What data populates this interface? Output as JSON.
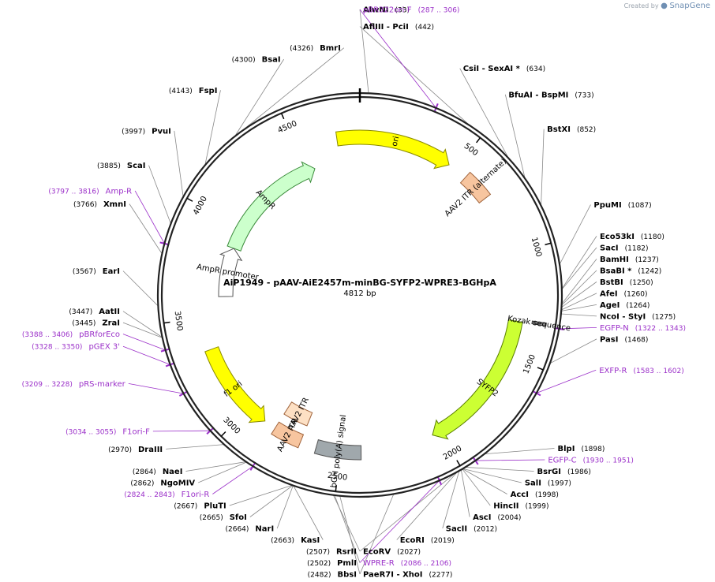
{
  "brand": {
    "created_by": "Created by",
    "name": "SnapGene"
  },
  "title": "AiP1949 - pAAV-AiE2457m-minBG-SYFP2-WPRE3-BGHpA",
  "length": 4812,
  "length_label": "4812 bp",
  "ticks": [
    {
      "pos": 500,
      "label": "500"
    },
    {
      "pos": 1000,
      "label": "1000"
    },
    {
      "pos": 1500,
      "label": "1500"
    },
    {
      "pos": 2000,
      "label": "2000"
    },
    {
      "pos": 2500,
      "label": "2500"
    },
    {
      "pos": 3000,
      "label": "3000"
    },
    {
      "pos": 3500,
      "label": "3500"
    },
    {
      "pos": 4000,
      "label": "4000"
    },
    {
      "pos": 4500,
      "label": "4500"
    }
  ],
  "features": [
    {
      "name": "ori",
      "start": 4700,
      "end": 460,
      "color": "#ffff00",
      "stroke": "#8a8a00",
      "ring": 1,
      "dir": 1
    },
    {
      "name": "AAV2 ITR (alternate)",
      "start": 560,
      "end": 700,
      "color": "#f7c59f",
      "stroke": "#a0643c",
      "ring": 1,
      "dir": 0
    },
    {
      "name": "AmpR",
      "start": 3880,
      "end": 4550,
      "color": "#ccffcc",
      "stroke": "#3a8a3a",
      "ring": 2,
      "dir": 1
    },
    {
      "name": "AmpR promoter",
      "start": 3600,
      "end": 3880,
      "color": "#ffffff",
      "stroke": "#555555",
      "ring": 2,
      "dir": 1
    },
    {
      "name": "SYFP2",
      "start": 1330,
      "end": 2040,
      "color": "#ccff33",
      "stroke": "#5b7f00",
      "ring": 1,
      "dir": 1
    },
    {
      "name": "Kozak sequence",
      "start": 1318,
      "end": 1330,
      "color": "#888888",
      "stroke": "#333333",
      "ring": 3,
      "dir": 0
    },
    {
      "name": "bGH poly(A) signal",
      "start": 2400,
      "end": 2620,
      "color": "#a0a8ac",
      "stroke": "#555555",
      "ring": 1,
      "dir": 0
    },
    {
      "name": "AAV2 ITR",
      "start": 2700,
      "end": 2840,
      "color": "#fde0c4",
      "stroke": "#a0643c",
      "ring": 2,
      "dir": 0
    },
    {
      "name": "AAV2 ITR",
      "start": 2700,
      "end": 2840,
      "color": "#f7c59f",
      "stroke": "#a0643c",
      "ring": 1,
      "dir": 0
    },
    {
      "name": "f1 ori",
      "start": 2900,
      "end": 3340,
      "color": "#ffff00",
      "stroke": "#8a8a00",
      "ring": 1,
      "dir": -1
    }
  ],
  "enzymes": [
    {
      "name": "AlwNI",
      "pos": 33,
      "label_pos": "(33)"
    },
    {
      "name": "AflIII  - PciI",
      "pos": 442,
      "label_pos": "(442)"
    },
    {
      "name": "CsiI  - SexAI *",
      "pos": 634,
      "label_pos": "(634)"
    },
    {
      "name": "BfuAI  - BspMI",
      "pos": 733,
      "label_pos": "(733)"
    },
    {
      "name": "BstXI",
      "pos": 852,
      "label_pos": "(852)"
    },
    {
      "name": "PpuMI",
      "pos": 1087,
      "label_pos": "(1087)"
    },
    {
      "name": "Eco53kI",
      "pos": 1180,
      "label_pos": "(1180)"
    },
    {
      "name": "SacI",
      "pos": 1182,
      "label_pos": "(1182)"
    },
    {
      "name": "BamHI",
      "pos": 1237,
      "label_pos": "(1237)"
    },
    {
      "name": "BsaBI *",
      "pos": 1242,
      "label_pos": "(1242)"
    },
    {
      "name": "BstBI",
      "pos": 1250,
      "label_pos": "(1250)"
    },
    {
      "name": "AfeI",
      "pos": 1260,
      "label_pos": "(1260)"
    },
    {
      "name": "AgeI",
      "pos": 1264,
      "label_pos": "(1264)"
    },
    {
      "name": "NcoI  - StyI",
      "pos": 1275,
      "label_pos": "(1275)"
    },
    {
      "name": "PasI",
      "pos": 1468,
      "label_pos": "(1468)"
    },
    {
      "name": "BlpI",
      "pos": 1898,
      "label_pos": "(1898)"
    },
    {
      "name": "BsrGI",
      "pos": 1986,
      "label_pos": "(1986)"
    },
    {
      "name": "SalI",
      "pos": 1997,
      "label_pos": "(1997)"
    },
    {
      "name": "AccI",
      "pos": 1998,
      "label_pos": "(1998)"
    },
    {
      "name": "HincII",
      "pos": 1999,
      "label_pos": "(1999)"
    },
    {
      "name": "AscI",
      "pos": 2004,
      "label_pos": "(2004)"
    },
    {
      "name": "SacII",
      "pos": 2012,
      "label_pos": "(2012)"
    },
    {
      "name": "EcoRI",
      "pos": 2019,
      "label_pos": "(2019)"
    },
    {
      "name": "EcoRV",
      "pos": 2027,
      "label_pos": "(2027)"
    },
    {
      "name": "PaeR7I  - XhoI",
      "pos": 2277,
      "label_pos": "(2277)"
    },
    {
      "name": "BbsI",
      "pos": 2482,
      "label_pos": "(2482)"
    },
    {
      "name": "PmlI",
      "pos": 2502,
      "label_pos": "(2502)"
    },
    {
      "name": "RsrII",
      "pos": 2507,
      "label_pos": "(2507)"
    },
    {
      "name": "KasI",
      "pos": 2663,
      "label_pos": "(2663)"
    },
    {
      "name": "NarI",
      "pos": 2664,
      "label_pos": "(2664)"
    },
    {
      "name": "SfoI",
      "pos": 2665,
      "label_pos": "(2665)"
    },
    {
      "name": "PluTI",
      "pos": 2667,
      "label_pos": "(2667)"
    },
    {
      "name": "NgoMIV",
      "pos": 2862,
      "label_pos": "(2862)"
    },
    {
      "name": "NaeI",
      "pos": 2864,
      "label_pos": "(2864)"
    },
    {
      "name": "DraIII",
      "pos": 2970,
      "label_pos": "(2970)"
    },
    {
      "name": "ZraI",
      "pos": 3445,
      "label_pos": "(3445)"
    },
    {
      "name": "AatII",
      "pos": 3447,
      "label_pos": "(3447)"
    },
    {
      "name": "EarI",
      "pos": 3567,
      "label_pos": "(3567)"
    },
    {
      "name": "XmnI",
      "pos": 3766,
      "label_pos": "(3766)"
    },
    {
      "name": "ScaI",
      "pos": 3885,
      "label_pos": "(3885)"
    },
    {
      "name": "PvuI",
      "pos": 3997,
      "label_pos": "(3997)"
    },
    {
      "name": "FspI",
      "pos": 4143,
      "label_pos": "(4143)"
    },
    {
      "name": "BsaI",
      "pos": 4300,
      "label_pos": "(4300)"
    },
    {
      "name": "BmrI",
      "pos": 4326,
      "label_pos": "(4326)"
    }
  ],
  "primers": [
    {
      "name": "pBR322ori-F",
      "pos": 296,
      "label_pos": "(287 .. 306)"
    },
    {
      "name": "EGFP-N",
      "pos": 1332,
      "label_pos": "(1322 .. 1343)"
    },
    {
      "name": "EXFP-R",
      "pos": 1592,
      "label_pos": "(1583 .. 1602)"
    },
    {
      "name": "EGFP-C",
      "pos": 1940,
      "label_pos": "(1930 .. 1951)"
    },
    {
      "name": "WPRE-R",
      "pos": 2096,
      "label_pos": "(2086 .. 2106)"
    },
    {
      "name": "F1ori-R",
      "pos": 2833,
      "label_pos": "(2824 .. 2843)"
    },
    {
      "name": "F1ori-F",
      "pos": 3044,
      "label_pos": "(3034 .. 3055)"
    },
    {
      "name": "pRS-marker",
      "pos": 3218,
      "label_pos": "(3209 .. 3228)"
    },
    {
      "name": "pGEX 3'",
      "pos": 3339,
      "label_pos": "(3328 .. 3350)"
    },
    {
      "name": "pBRforEco",
      "pos": 3397,
      "label_pos": "(3388 .. 3406)"
    },
    {
      "name": "Amp-R",
      "pos": 3806,
      "label_pos": "(3797 .. 3816)"
    }
  ]
}
